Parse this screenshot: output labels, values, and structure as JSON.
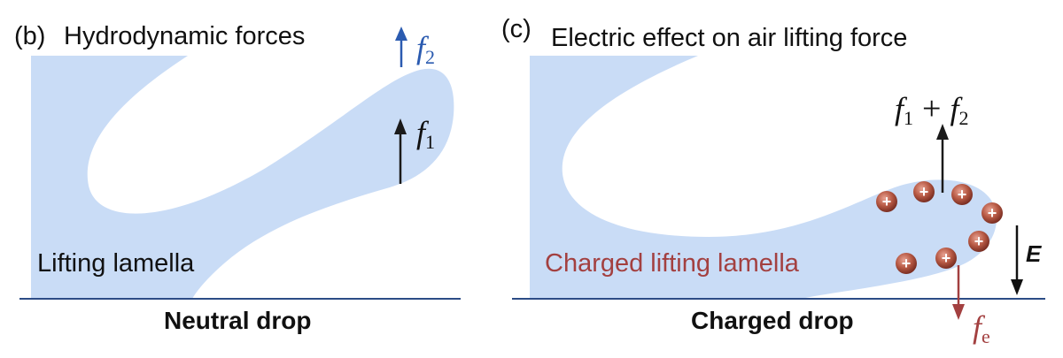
{
  "panel_b": {
    "tag": "(b)",
    "title": "Hydrodynamic forces",
    "lamella_label": "Lifting lamella",
    "caption": "Neutral drop",
    "force_f2": {
      "sym": "f",
      "sub": "2"
    },
    "force_f1": {
      "sym": "f",
      "sub": "1"
    }
  },
  "panel_c": {
    "tag": "(c)",
    "title": "Electric effect on air lifting force",
    "lamella_label": "Charged lifting lamella",
    "caption": "Charged drop",
    "sum_force": {
      "sym1": "f",
      "sub1": "1",
      "plus": "+",
      "sym2": "f",
      "sub2": "2"
    },
    "field_label": "E",
    "force_fe": {
      "sym": "f",
      "sub": "e"
    },
    "charge_symbol": "+"
  },
  "colors": {
    "lamella_fill": "#c9dcf6",
    "baseline": "#2c4c86",
    "blue_arrow": "#2b5bb0",
    "dark_arrow": "#1a1a1a",
    "red_text": "#a34040",
    "charge_fill": "#b0543f"
  }
}
